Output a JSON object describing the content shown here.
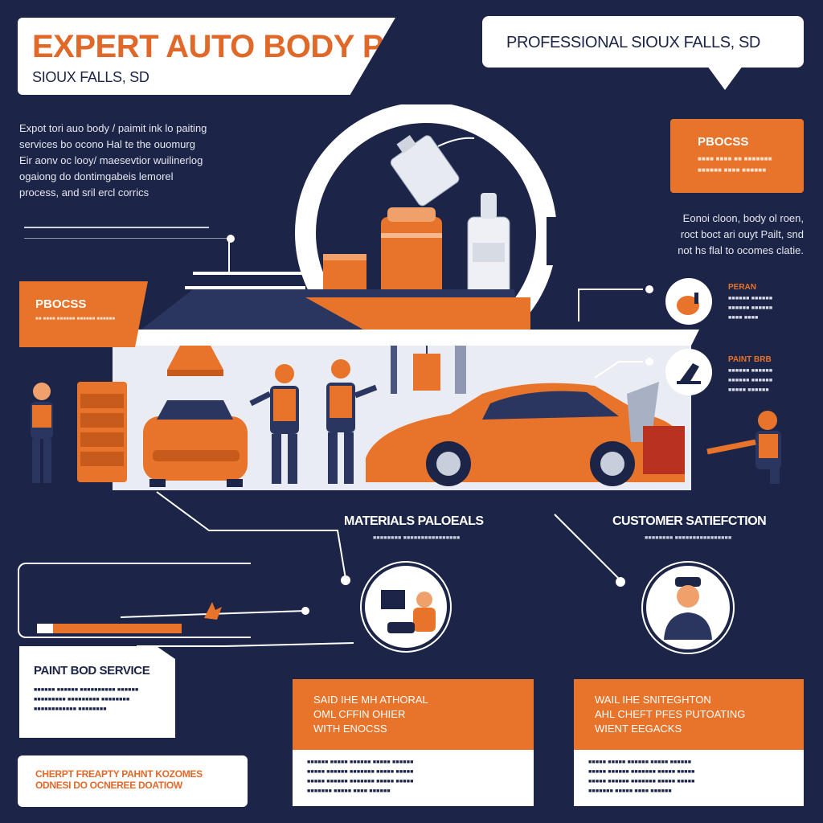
{
  "header": {
    "title": "EXPERT AUTO BODY PAINT",
    "subtitle": "SIOUX FALLS, SD",
    "tagline": "PROFESSIONAL SIOUX FALLS, SD"
  },
  "intro": {
    "lines": [
      "Expot tori auo body / paimit ink lo paiting",
      "services bo ocono Hal te the ouomurg",
      "Eir aonv oc looy/ maesevtior wuilinerlog",
      "ogaiong do dontimgabeis lemorel",
      "process, and sril ercl corrics"
    ]
  },
  "process_top": {
    "title": "PBOCSS",
    "lines": [
      "■■■■ ■■■■ ■■ ■■■■■■■",
      "■■■■■■ ■■■■ ■■■■■■"
    ],
    "desc": [
      "Eonoi cloon, body ol roen,",
      "roct boct ari ouyt Pailt, snd",
      "not hs flal to ocomes clatie."
    ]
  },
  "process_left": {
    "title": "PBOCSS",
    "line": "■■ ■■■■ ■■■■■■ ■■■■■■ ■■■■■■"
  },
  "side_items": [
    {
      "title": "PERAN",
      "lines": [
        "■■■■■■ ■■■■■■",
        "■■■■■■ ■■■■■■",
        "■■■■ ■■■■"
      ]
    },
    {
      "title": "PAINT BRB",
      "lines": [
        "■■■■■■ ■■■■■■",
        "■■■■■■ ■■■■■■",
        "■■■■■ ■■■■■■"
      ]
    }
  ],
  "materials": {
    "title": "MATERIALS PALOEALS",
    "sub": "■■■■■■■■ ■■■■■■■■■■■■■■■■",
    "card_lines": [
      "SAID IHE MH ATHORAL",
      "OML CFFIN OHIER",
      "WITH ENOCSS"
    ],
    "body": [
      "■■■■■■ ■■■■■ ■■■■■■ ■■■■■ ■■■■■■",
      "■■■■■ ■■■■■■ ■■■■■■■ ■■■■■ ■■■■■",
      "■■■■■ ■■■■■■ ■■■■■■■ ■■■■■ ■■■■■",
      "■■■■■■■ ■■■■■ ■■■■ ■■■■■■"
    ]
  },
  "customer": {
    "title": "CUSTOMER SATIEFCTION",
    "sub": "■■■■■■■■ ■■■■■■■■■■■■■■■■",
    "card_lines": [
      "WAIL IHE SNITEGHTON",
      "AHL CHEFT PFES PUTOATING",
      "WIENT EEGACKS"
    ],
    "body": [
      "■■■■■ ■■■■■ ■■■■■■ ■■■■■ ■■■■■■",
      "■■■■■ ■■■■■■ ■■■■■■■ ■■■■■ ■■■■■",
      "■■■■■ ■■■■■■ ■■■■■■■ ■■■■■ ■■■■■",
      "■■■■■■■ ■■■■■ ■■■■ ■■■■■■"
    ]
  },
  "paint_service": {
    "title": "PAINT BOD SERVICE",
    "lines": [
      "■■■■■■ ■■■■■■ ■■■■■■■■■■ ■■■■■■",
      "■■■■■■■■■ ■■■■■■■■■ ■■■■■■■■",
      "■■■■■■■■■■■■ ■■■■■■■■"
    ]
  },
  "footer": {
    "line1": "CHERPT FREAPTY PAHNT KOZOMES",
    "line2": "ODNESI DO OCNEREE DOATIOW"
  },
  "colors": {
    "navy": "#1c2547",
    "orange": "#e8732a",
    "white": "#ffffff"
  }
}
